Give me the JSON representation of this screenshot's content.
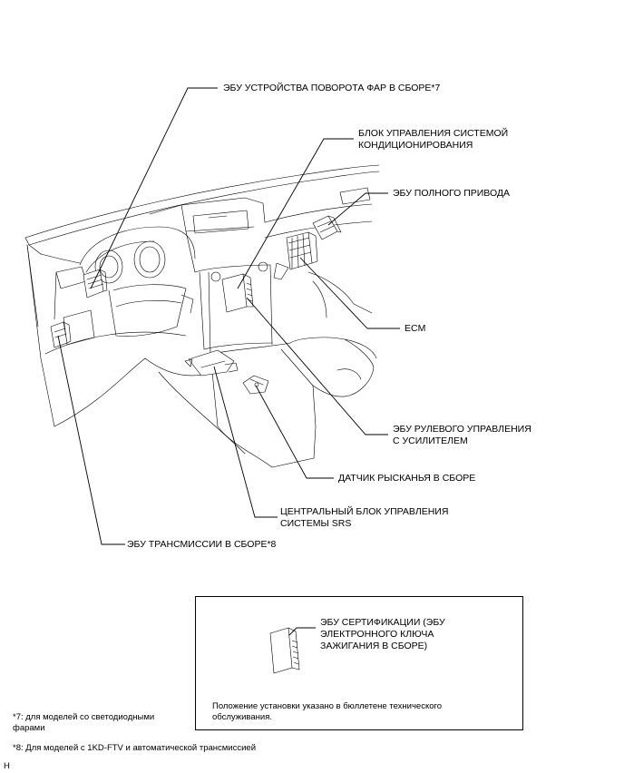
{
  "labels": {
    "headlamp_swivel_ecu": "ЭБУ УСТРОЙСТВА ПОВОРОТА ФАР В СБОРЕ*7",
    "ac_control_block": "БЛОК УПРАВЛЕНИЯ СИСТЕМОЙ\nКОНДИЦИОНИРОВАНИЯ",
    "awd_ecu": "ЭБУ ПОЛНОГО ПРИВОДА",
    "ecm": "ECM",
    "power_steering_ecu": "ЭБУ РУЛЕВОГО УПРАВЛЕНИЯ\nС УСИЛИТЕЛЕМ",
    "yaw_sensor": "ДАТЧИК РЫСКАНЬЯ В СБОРЕ",
    "srs_center": "ЦЕНТРАЛЬНЫЙ БЛОК УПРАВЛЕНИЯ\nСИСТЕМЫ SRS",
    "transmission_ecu": "ЭБУ ТРАНСМИССИИ В СБОРЕ*8"
  },
  "inset": {
    "certification_ecu": "ЭБУ СЕРТИФИКАЦИИ (ЭБУ\nЭЛЕКТРОННОГО КЛЮЧА\nЗАЖИГАНИЯ В СБОРЕ)",
    "note": "Положение установки указано в бюллетене технического\nобслуживания."
  },
  "footnotes": {
    "fn7": "*7: для моделей со светодиодными\nфарами",
    "fn8": "*8: Для моделей с 1KD-FTV и автоматической трансмиссией"
  },
  "corner_mark": "H"
}
